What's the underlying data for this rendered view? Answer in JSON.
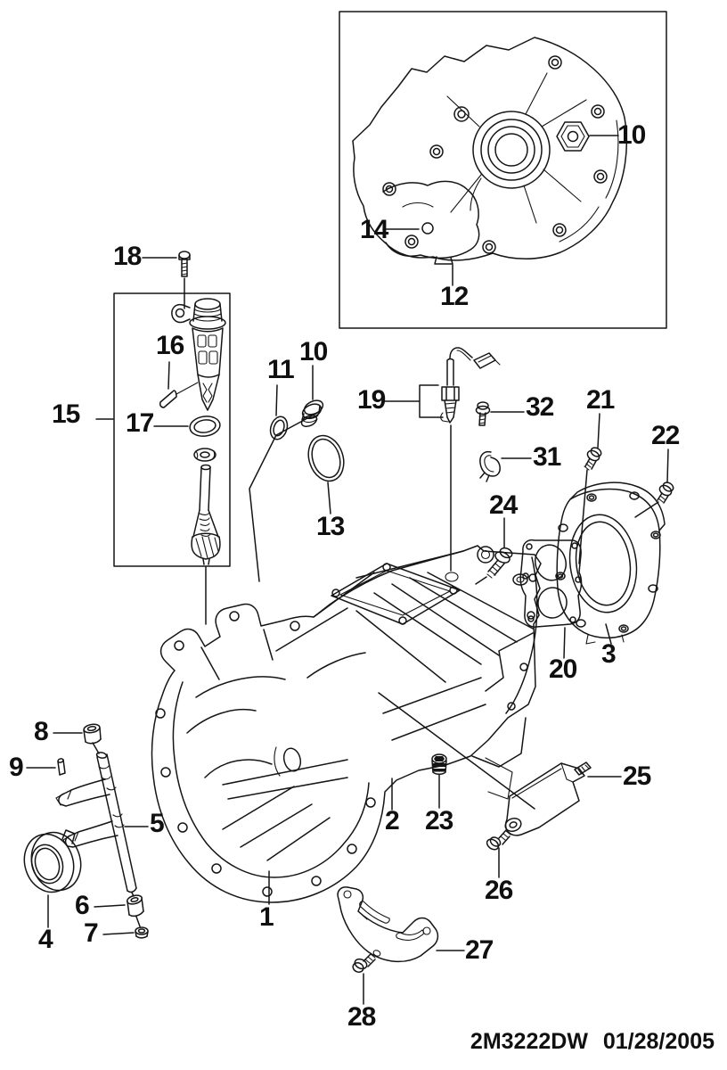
{
  "diagram": {
    "description": "Manual transmission case exploded parts diagram",
    "footer": {
      "code": "2M3222DW",
      "date": "01/28/2005"
    },
    "callouts": {
      "c10_inset": "10",
      "c14": "14",
      "c12": "12",
      "c18": "18",
      "c16": "16",
      "c15": "15",
      "c17": "17",
      "c11": "11",
      "c10": "10",
      "c19": "19",
      "c32": "32",
      "c31": "31",
      "c13": "13",
      "c24": "24",
      "c21": "21",
      "c22": "22",
      "c20": "20",
      "c3": "3",
      "c2": "2",
      "c23": "23",
      "c25": "25",
      "c26": "26",
      "c8": "8",
      "c9": "9",
      "c5": "5",
      "c6": "6",
      "c7": "7",
      "c4": "4",
      "c1": "1",
      "c27": "27",
      "c28": "28"
    }
  }
}
